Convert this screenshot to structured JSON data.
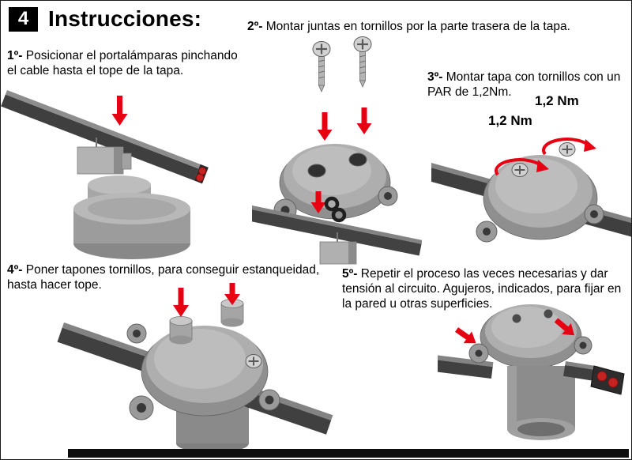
{
  "page": {
    "badge": "4",
    "title": "Instrucciones:"
  },
  "steps": [
    {
      "label": "1º-",
      "text": " Posicionar el portalámparas pinchando el cable hasta el tope de la tapa."
    },
    {
      "label": "2º-",
      "text": " Montar juntas en tornillos por la parte trasera de la tapa."
    },
    {
      "label": "3º-",
      "text": " Montar tapa con tornillos con un PAR de 1,2Nm."
    },
    {
      "label": "4º-",
      "text": " Poner tapones tornillos, para conseguir estanqueidad, hasta hacer tope."
    },
    {
      "label": "5º-",
      "text": " Repetir el proceso las veces necesarias y dar tensión al circuito. Agujeros, indicados, para fijar en la pared u otras superficies."
    }
  ],
  "annotations": {
    "torque_left": "1,2 Nm",
    "torque_right": "1,2 Nm"
  },
  "icons": {
    "down_arrow_icon": "red filled downward arrow",
    "rotation_arrow_icon": "red curved torque arrow",
    "screw_icon": "phillips pan-head screw",
    "washer_icon": "black ring gasket (junta)",
    "conductor_dot": "red cable conductor cross-section"
  },
  "colors": {
    "arrow_red": "#e60012",
    "badge_bg": "#000000",
    "badge_text": "#ffffff",
    "text": "#000000",
    "metal_light": "#bdbdbd",
    "metal_mid": "#9a9a9a",
    "metal_dark": "#6e6e6e",
    "cable_dark": "#404040",
    "footer_bar": "#0d0d0d"
  }
}
